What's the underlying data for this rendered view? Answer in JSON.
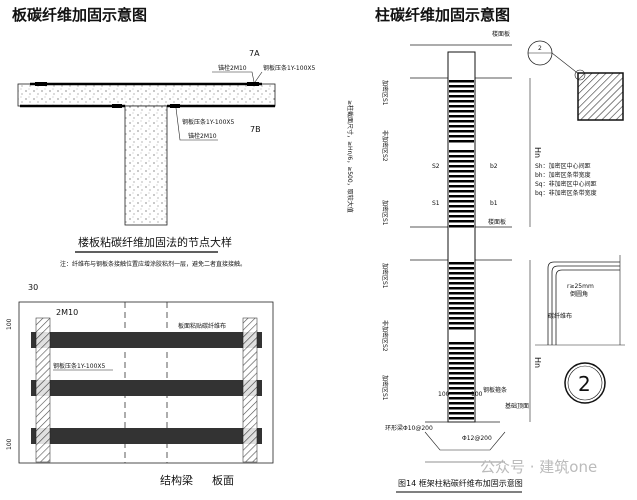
{
  "left": {
    "title": "板碳纤维加固示意图",
    "section": {
      "mark_top": "7A",
      "anchor_top": "锚栓2M10",
      "strip_top": "钢板压条1Y-100X5",
      "strip_bottom": "钢板压条1Y-100X5",
      "anchor_bottom": "锚栓2M10",
      "mark_bottom": "7B",
      "caption": "楼板粘碳纤维加固法的节点大样",
      "note": "注：纤维布与钢板条接触位置应增涂胶粘剂一层，避免二者直接接触。"
    },
    "plan": {
      "dim_30": "30",
      "anchor": "2M10",
      "dim_100_top": "100",
      "dim_100_bottom": "100",
      "cfrp_label": "板面粘贴碳纤维布",
      "strip_label": "钢板压条1Y-100X5",
      "beam_label": "结构梁",
      "slab_label": "板面"
    }
  },
  "right": {
    "title": "柱碳纤维加固示意图",
    "floor_top": "楼面板",
    "floor_mid": "楼面板",
    "detail_no": "2",
    "hn_top": "Hn",
    "hn_bottom": "Hn",
    "s2": "S2",
    "s1": "S1",
    "b2": "b2",
    "b1": "b1",
    "legend": [
      "Sh：加密区中心间距",
      "bh：加密区条带宽度",
      "Sq：非加密区中心间距",
      "bq：非加密区条带宽度"
    ],
    "dense_zone_1": "加密区S1",
    "sparse_zone_1": "非加密区S2",
    "dense_zone_2": "加密区S1",
    "dense_zone_3": "加密区S1",
    "sparse_zone_2": "非加密区S2",
    "dense_zone_4": "加密区S1",
    "zone_rule": "≥柱截面尺寸，≥Hn/6，≥500，取较大值",
    "dim_100_left": "100",
    "dim_100_right": "100",
    "steel_hoop": "钢板箍条",
    "foundation_top": "基础顶面",
    "rebar": "Φ12@200",
    "ring_beam": "环形梁Φ10@200",
    "radius": "r≥25mm",
    "round_corner": "倒圆角",
    "cfrp": "碳纤维布",
    "detail_circle": "2",
    "caption": "图14 框架柱粘碳纤维布加固示意图"
  },
  "watermark": "公众号 · 建筑one"
}
